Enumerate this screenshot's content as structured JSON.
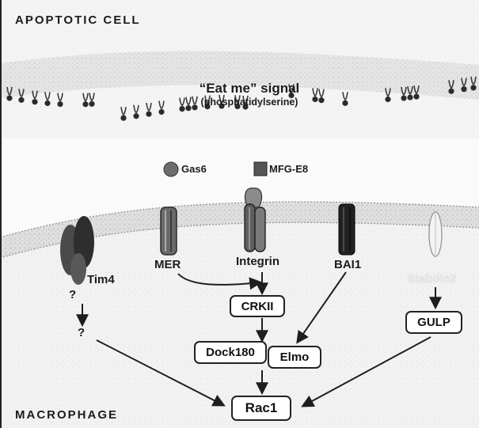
{
  "regions": {
    "top": "APOPTOTIC CELL",
    "bottom": "MACROPHAGE"
  },
  "signal": {
    "title": "“Eat me” signal",
    "subtitle": "(phosphatidylserine)"
  },
  "legend": {
    "gas6": "Gas6",
    "mfge8": "MFG-E8"
  },
  "receptors": {
    "tim4": "Tim4",
    "mer": "MER",
    "integrin": "Integrin",
    "bai1": "BAI1",
    "stabilin2": "Stabilin2"
  },
  "unknown": {
    "a": "?",
    "b": "?"
  },
  "nodes": {
    "crkii": "CRKII",
    "dock180": "Dock180",
    "elmo": "Elmo",
    "gulp": "GULP",
    "rac1": "Rac1"
  },
  "colors": {
    "membrane": "#bdbdbd",
    "ps_head": "#2b2b2b",
    "receptor_dark": "#2a2a2a",
    "receptor_mid": "#7a7a7a",
    "arrow": "#1e1e1e"
  }
}
